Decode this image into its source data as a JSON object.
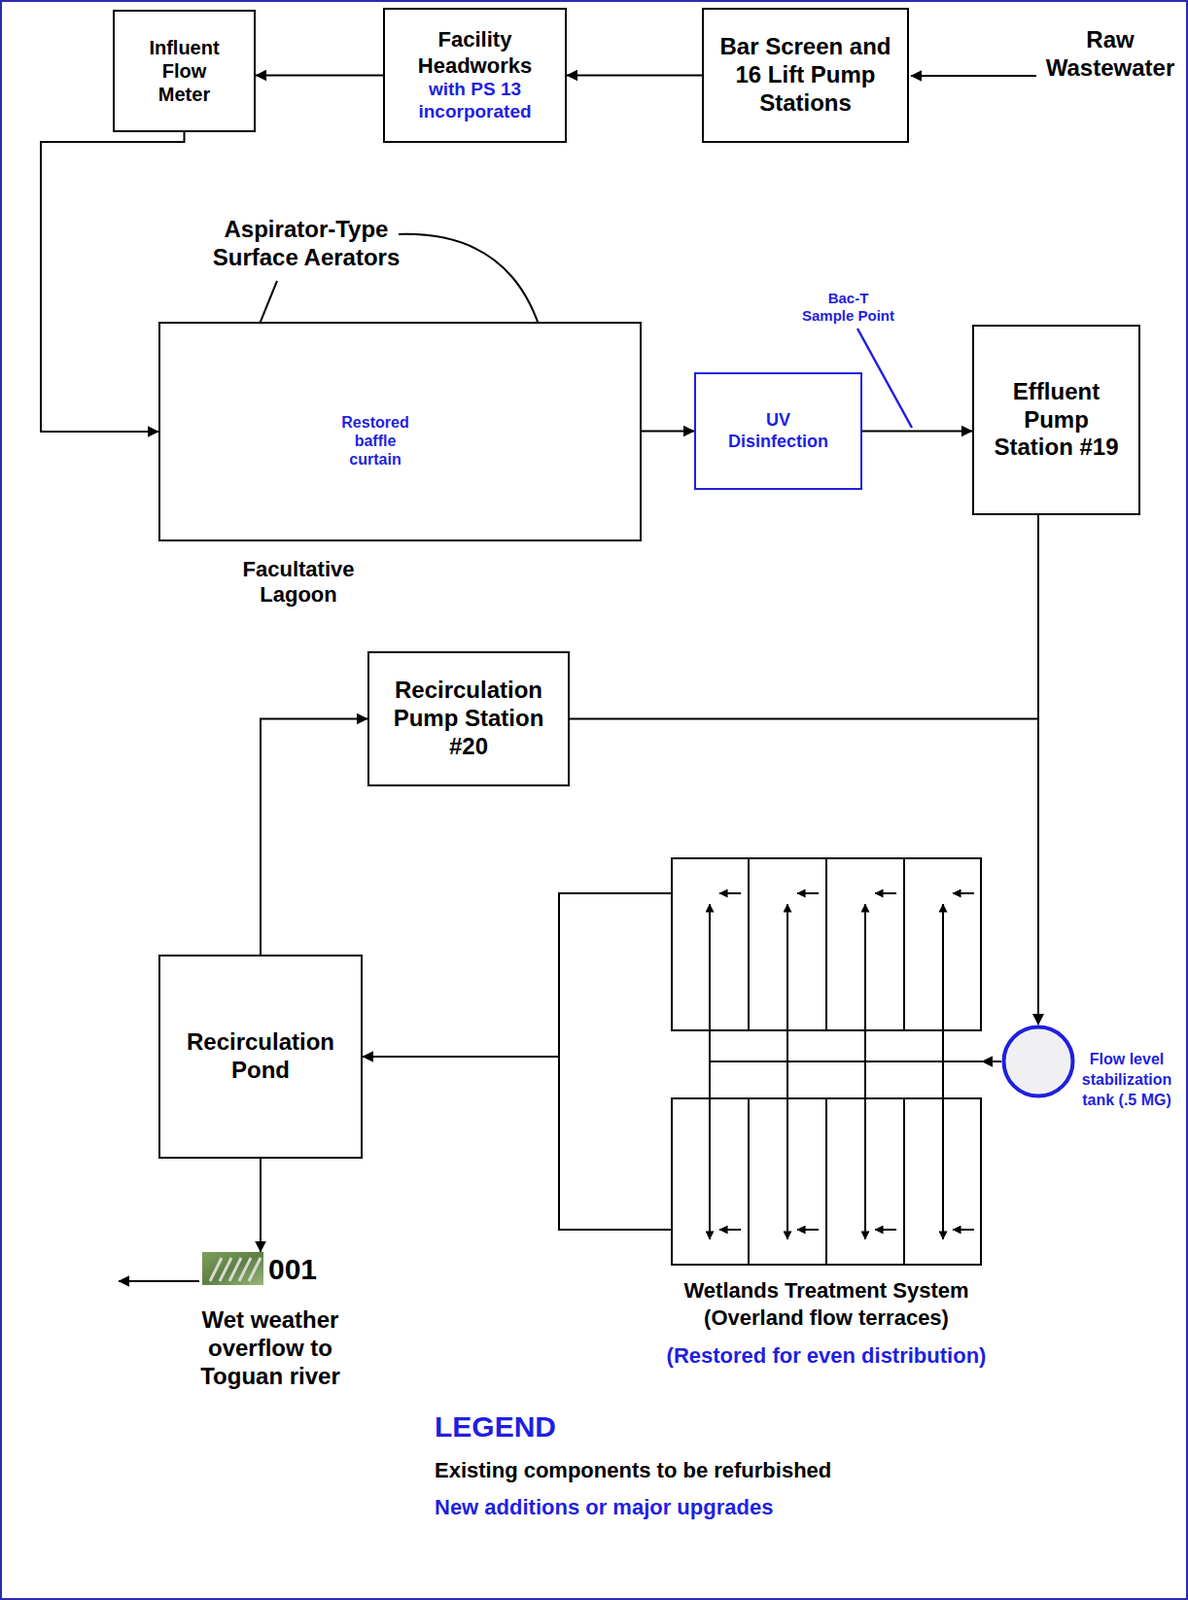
{
  "diagram": {
    "nodes": [
      {
        "text": [
          "Influent Flow Meter"
        ]
      },
      {
        "text": [
          "Facility Headworks",
          "with PS 13 incorporated"
        ]
      },
      {
        "text": [
          "Bar Screen and 16 Lift Pump Stations"
        ]
      },
      {
        "text": [
          "Facultative Lagoon"
        ]
      },
      {
        "text": [
          "UV Disinfection"
        ]
      },
      {
        "text": [
          "Effluent Pump Station #19"
        ]
      },
      {
        "text": [
          "Recirculation Pump Station #20"
        ]
      },
      {
        "text": [
          "Wetlands Treatment System (Overland flow terraces)",
          "(Restored for even distribution)"
        ]
      },
      {
        "text": [
          "Flow level stabilization tank (.5 MG)"
        ]
      },
      {
        "text": [
          "Recirculation Pond"
        ]
      },
      {
        "text": [
          "001",
          "Wet weather overflow to Toguan river"
        ]
      }
    ],
    "edges": [
      {
        "from": 2,
        "to": 1,
        "arrow": "to"
      },
      {
        "from": 1,
        "to": 0,
        "arrow": "to"
      },
      {
        "from": 0,
        "to": 3,
        "arrow": "to"
      },
      {
        "from": 3,
        "to": 4,
        "arrow": "to"
      },
      {
        "from": 4,
        "to": 5,
        "arrow": "to"
      },
      {
        "from": 5,
        "to": 8,
        "arrow": "to"
      },
      {
        "from": 6,
        "to": 8,
        "arrow": "to"
      },
      {
        "from": 8,
        "to": 7,
        "arrow": "to"
      },
      {
        "from": 7,
        "to": 9,
        "arrow": "to"
      },
      {
        "from": 9,
        "to": 6,
        "arrow": "to"
      },
      {
        "from": 9,
        "to": 10,
        "arrow": "to"
      }
    ],
    "labels": [
      "Raw Wastewater",
      "Aspirator-Type Surface Aerators",
      "Bac-T Sample Point",
      "Restored baffle curtain",
      "LEGEND"
    ],
    "legend": [
      {
        "text": "Existing components to be refurbished",
        "color": "#000000"
      },
      {
        "text": "New additions or major upgrades",
        "color": "#1f1fe0"
      }
    ]
  }
}
